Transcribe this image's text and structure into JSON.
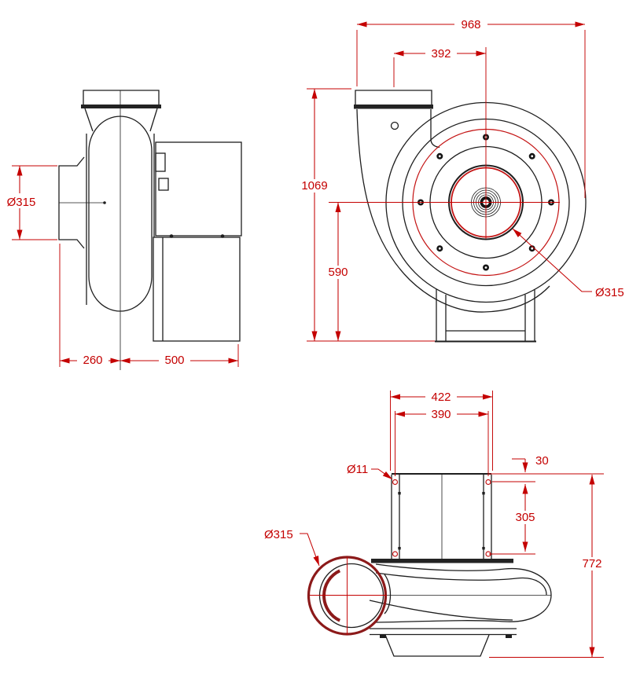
{
  "drawing": {
    "type": "centrifugal-fan-dimension-drawing",
    "units_implied": "mm"
  },
  "colors": {
    "dimension_red": "#c40000",
    "drawing_black": "#1e1e1e",
    "inlet_maroon": "#8c1a1a",
    "background": "#ffffff"
  },
  "views": {
    "side": {
      "name": "side-view",
      "dims": {
        "inlet_diameter": "Ø315",
        "inlet_offset": "260",
        "body_width": "500"
      }
    },
    "front": {
      "name": "front-view",
      "dims": {
        "total_width": "968",
        "outlet_center_offset": "392",
        "total_height": "1069",
        "axis_height": "590",
        "inlet_diameter": "Ø315"
      }
    },
    "top": {
      "name": "top-view",
      "dims": {
        "flange_outer_width": "422",
        "flange_hole_spacing": "390",
        "flange_lip": "30",
        "flange_depth": "305",
        "total_length": "772",
        "hole_diameter": "Ø11",
        "inlet_diameter": "Ø315"
      }
    }
  }
}
